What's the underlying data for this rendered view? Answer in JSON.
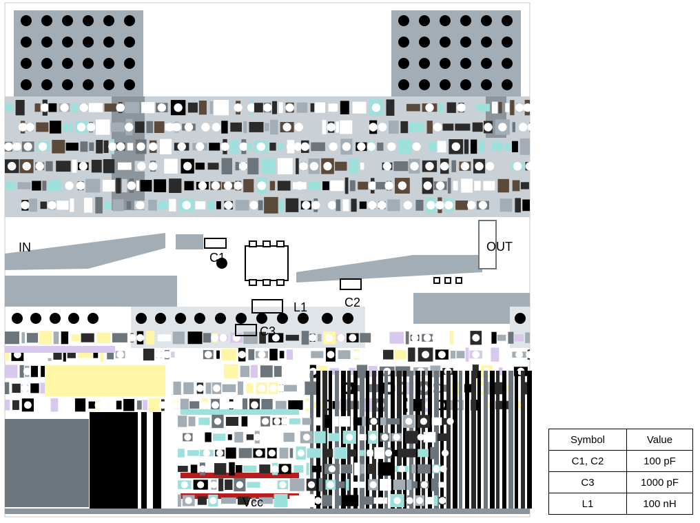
{
  "labels": {
    "in": "IN",
    "out": "OUT",
    "c1": "C1",
    "c2": "C2",
    "c3": "C3",
    "l1": "L1",
    "vcc": "Vcc"
  },
  "legend": {
    "headers": [
      "Symbol",
      "Value"
    ],
    "rows": [
      {
        "symbol": "C1, C2",
        "value": "100 pF"
      },
      {
        "symbol": "C3",
        "value": "1000 pF"
      },
      {
        "symbol": "L1",
        "value": "100 nH"
      }
    ]
  },
  "colors": {
    "copper": "#a3adb6",
    "copper_dark": "#6d757c",
    "via": "#000000",
    "trace_red": "#b81c1c",
    "trace_yellow": "#fff6a8",
    "trace_cyan": "#9ee0dc",
    "trace_violet": "#d8c8ee"
  }
}
